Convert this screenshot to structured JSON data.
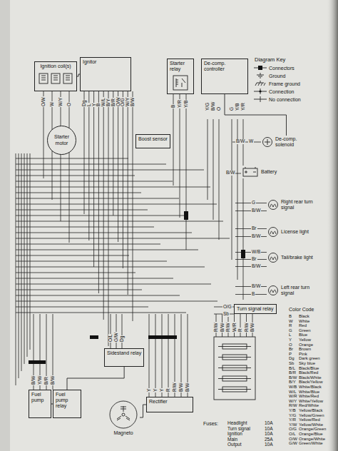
{
  "diagram": {
    "nodes": [
      {
        "text": [
          "Ignition coil(s)"
        ]
      },
      {
        "text": [
          "Ignitor"
        ]
      },
      {
        "text": [
          "Starter relay"
        ]
      },
      {
        "text": [
          "De-comp. controller"
        ]
      },
      {
        "text": [
          "Starter motor"
        ]
      },
      {
        "text": [
          "Boost sensor"
        ]
      },
      {
        "text": [
          "De-comp. solenoid"
        ]
      },
      {
        "text": [
          "Battery"
        ]
      },
      {
        "text": [
          "Right rear turn signal"
        ]
      },
      {
        "text": [
          "License light"
        ]
      },
      {
        "text": [
          "Tail/brake light"
        ]
      },
      {
        "text": [
          "Left rear turn signal"
        ]
      },
      {
        "text": [
          "Turn signal relay"
        ]
      },
      {
        "text": [
          "Sidestand relay"
        ]
      },
      {
        "text": [
          "Fuel pump"
        ]
      },
      {
        "text": [
          "Fuel pump relay"
        ]
      },
      {
        "text": [
          "Magneto"
        ]
      },
      {
        "text": [
          "Rectifier"
        ]
      }
    ],
    "edges": [
      {
        "from": 0,
        "to": 1,
        "arrow": "none"
      },
      {
        "from": 3,
        "to": 6,
        "arrow": "none"
      },
      {
        "from": 16,
        "to": 17,
        "arrow": "none"
      },
      {
        "from": 15,
        "to": 14,
        "arrow": "none"
      },
      {
        "from": 13,
        "to": 15,
        "arrow": "none"
      }
    ],
    "labels": [
      "O/W",
      "W",
      "W/Y",
      "O",
      "Dg",
      "L",
      "Y",
      "B",
      "W/L",
      "B/Y",
      "B/R",
      "O/W",
      "O/G",
      "W/Y",
      "B/W",
      "B",
      "Y/R",
      "Y/B",
      "Y/G",
      "B/W",
      "O",
      "G",
      "Y/B",
      "Y/R",
      "Diagram Key",
      "B/W",
      "W",
      "B/W",
      "G",
      "B/W",
      "Br",
      "B/W",
      "W/B",
      "Br",
      "B/W",
      "B/W",
      "B",
      "O/G",
      "Sb",
      "O/L",
      "G/W",
      "Dg",
      "B/W",
      "Y/W",
      "B/R",
      "B/W",
      "Y",
      "Y",
      "Y",
      "R",
      "R/W",
      "B/W",
      "B/W",
      "R/W",
      "B/W",
      "R/W",
      "W/R",
      "R",
      "R/W",
      "B/W",
      "Fuses:",
      "Headlight",
      "10A",
      "Turn signal",
      "10A",
      "Ignition",
      "10A",
      "Main",
      "25A",
      "Output",
      "10A",
      "Color Code",
      "B",
      "Black",
      "W",
      "White",
      "R",
      "Red",
      "G",
      "Green",
      "L",
      "Blue",
      "Y",
      "Yellow",
      "O",
      "Orange",
      "Br",
      "Brown",
      "P",
      "Pink",
      "Dg",
      "Dark green",
      "Sb",
      "Sky blue",
      "B/L",
      "Black/Blue",
      "B/R",
      "Black/Red",
      "B/W",
      "Black/White",
      "B/Y",
      "Black/Yellow",
      "W/B",
      "White/Black",
      "W/L",
      "White/Blue",
      "W/R",
      "White/Red",
      "W/Y",
      "White/Yellow",
      "R/W",
      "Red/White",
      "Y/B",
      "Yellow/Black",
      "Y/G",
      "Yellow/Green",
      "Y/R",
      "Yellow/Red",
      "Y/W",
      "Yellow/White",
      "O/G",
      "Orange/Green",
      "O/L",
      "Orange/Blue",
      "O/W",
      "Orange/White",
      "G/W",
      "Green/White"
    ],
    "legend": [
      {
        "text": "Connectors"
      },
      {
        "text": "Ground"
      },
      {
        "text": "Frame ground"
      },
      {
        "text": "Connection"
      },
      {
        "text": "No connection"
      }
    ]
  }
}
